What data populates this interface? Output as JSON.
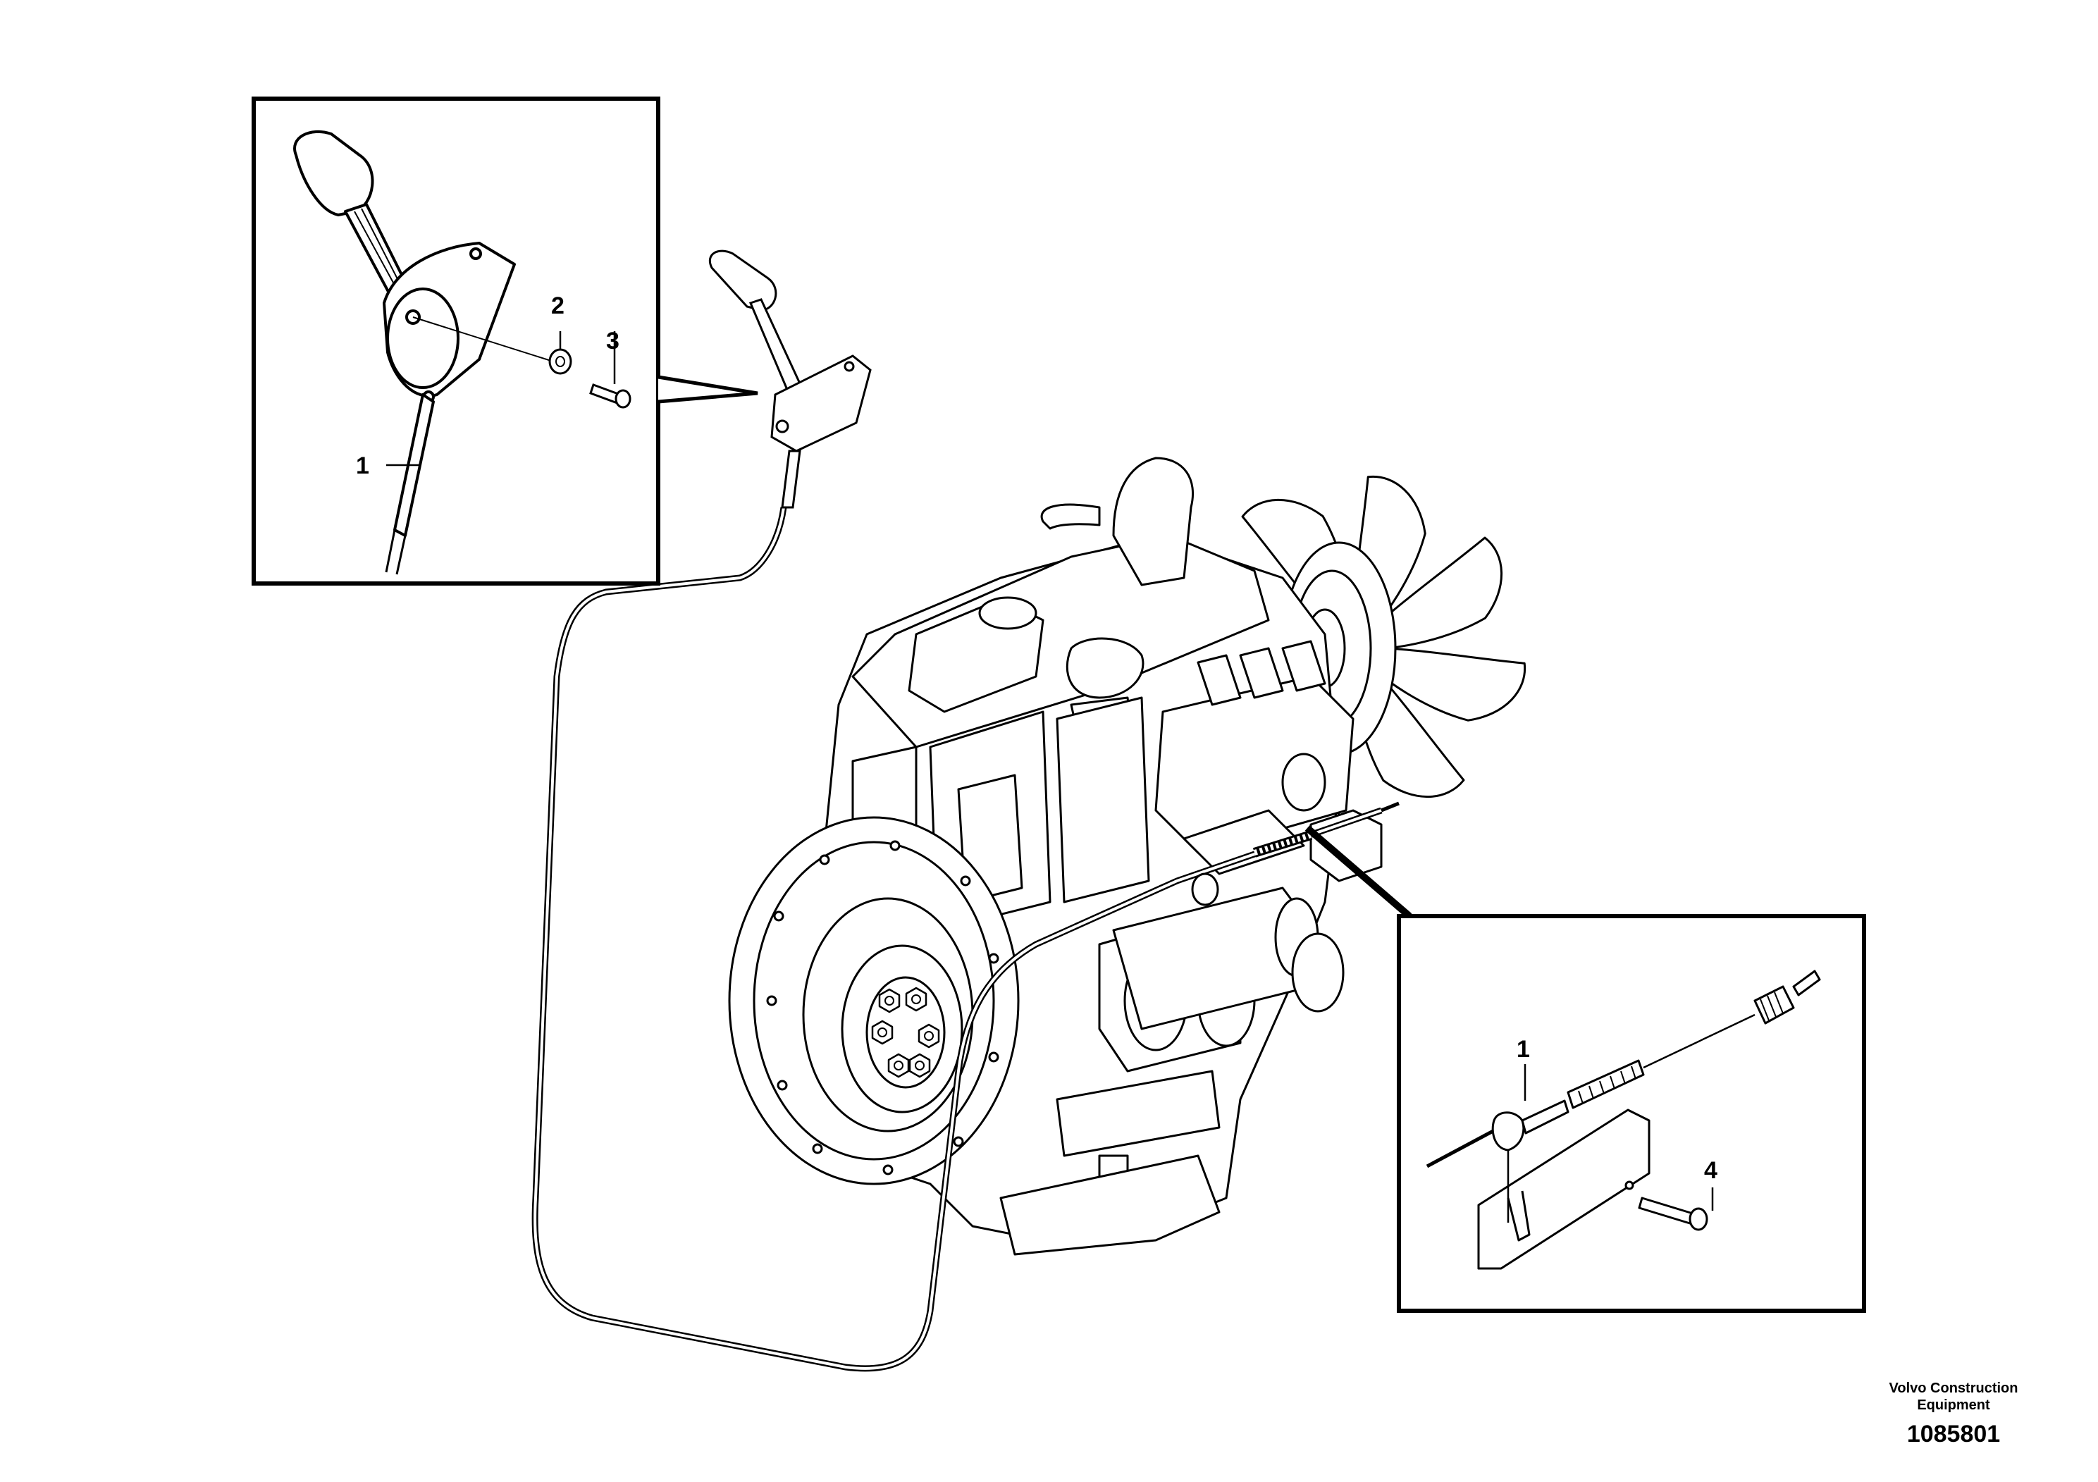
{
  "figure": {
    "illustration": "engine-throttle-lever-and-cable-assembly",
    "callouts": {
      "inset_left_cable": "1",
      "washer": "2",
      "lever_screw": "3",
      "inset_right_cable": "1",
      "bracket_screw": "4"
    }
  },
  "footer": {
    "company": "Volvo Construction\nEquipment",
    "document_number": "1085801"
  },
  "colors": {
    "line": "#000000",
    "background": "#ffffff"
  }
}
